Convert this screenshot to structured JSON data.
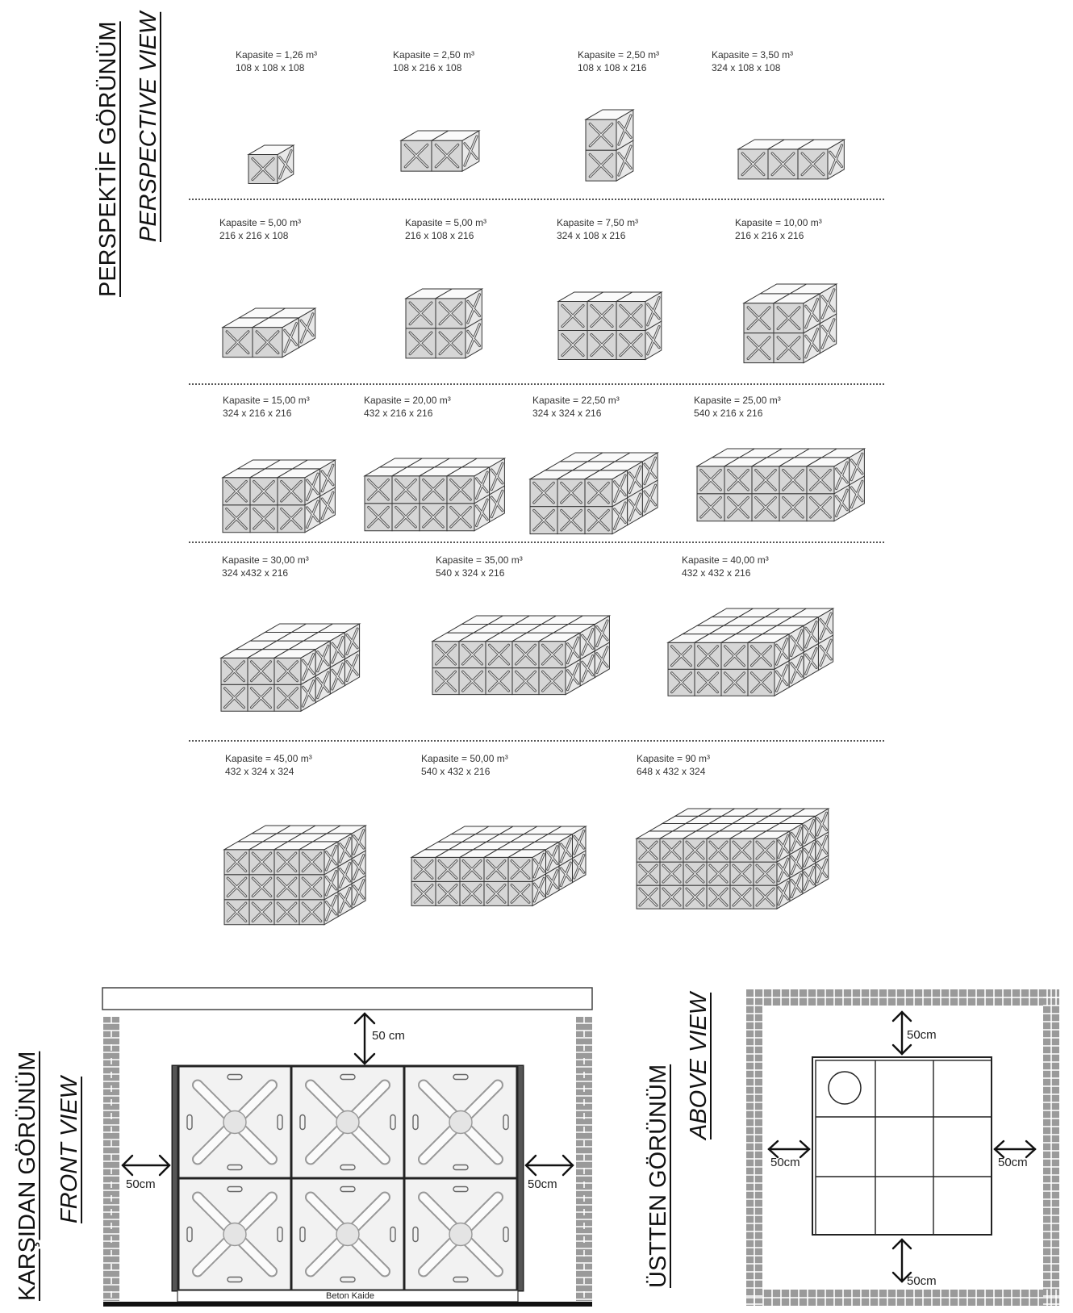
{
  "titles": {
    "perspective_tr": "PERSPEKTİF GÖRÜNÜM",
    "perspective_en": "PERSPECTIVE VIEW",
    "front_tr": "KARŞIDAN GÖRÜNÜM",
    "front_en": "FRONT VIEW",
    "above_tr": "ÜSTTEN GÖRÜNÜM",
    "above_en": "ABOVE VIEW"
  },
  "tanks": [
    {
      "capacity": "Kapasite = 1,26 m³",
      "dims": "108 x 108 x 108",
      "nx": 1,
      "ny": 1,
      "nz": 1
    },
    {
      "capacity": "Kapasite = 2,50 m³",
      "dims": "108 x 216 x 108",
      "nx": 2,
      "ny": 1,
      "nz": 1
    },
    {
      "capacity": "Kapasite = 2,50 m³",
      "dims": "108 x 108 x 216",
      "nx": 1,
      "ny": 1,
      "nz": 2
    },
    {
      "capacity": "Kapasite = 3,50 m³",
      "dims": "324 x 108 x 108",
      "nx": 3,
      "ny": 1,
      "nz": 1
    },
    {
      "capacity": "Kapasite = 5,00 m³",
      "dims": "216 x 216 x 108",
      "nx": 2,
      "ny": 2,
      "nz": 1
    },
    {
      "capacity": "Kapasite = 5,00 m³",
      "dims": "216 x 108 x 216",
      "nx": 2,
      "ny": 1,
      "nz": 2
    },
    {
      "capacity": "Kapasite = 7,50 m³",
      "dims": "324 x 108 x 216",
      "nx": 3,
      "ny": 1,
      "nz": 2
    },
    {
      "capacity": "Kapasite = 10,00 m³",
      "dims": "216 x 216 x 216",
      "nx": 2,
      "ny": 2,
      "nz": 2
    },
    {
      "capacity": "Kapasite = 15,00 m³",
      "dims": "324 x 216 x 216",
      "nx": 3,
      "ny": 2,
      "nz": 2
    },
    {
      "capacity": "Kapasite = 20,00 m³",
      "dims": "432 x 216 x 216",
      "nx": 4,
      "ny": 2,
      "nz": 2
    },
    {
      "capacity": "Kapasite = 22,50 m³",
      "dims": "324 x 324 x 216",
      "nx": 3,
      "ny": 3,
      "nz": 2
    },
    {
      "capacity": "Kapasite = 25,00 m³",
      "dims": "540 x 216 x 216",
      "nx": 5,
      "ny": 2,
      "nz": 2
    },
    {
      "capacity": "Kapasite = 30,00 m³",
      "dims": "324 x432 x 216",
      "nx": 3,
      "ny": 4,
      "nz": 2
    },
    {
      "capacity": "Kapasite = 35,00 m³",
      "dims": "540 x 324 x 216",
      "nx": 5,
      "ny": 3,
      "nz": 2
    },
    {
      "capacity": "Kapasite = 40,00 m³",
      "dims": "432 x 432 x 216",
      "nx": 4,
      "ny": 4,
      "nz": 2
    },
    {
      "capacity": "Kapasite = 45,00 m³",
      "dims": "432 x 324 x 324",
      "nx": 4,
      "ny": 3,
      "nz": 3
    },
    {
      "capacity": "Kapasite = 50,00 m³",
      "dims": "540 x 432 x 216",
      "nx": 5,
      "ny": 4,
      "nz": 2
    },
    {
      "capacity": "Kapasite = 90 m³",
      "dims": "648 x 432 x 324",
      "nx": 6,
      "ny": 4,
      "nz": 3
    }
  ],
  "front_view": {
    "top_gap": "50 cm",
    "left_gap": "50cm",
    "right_gap": "50cm",
    "base_label": "Beton Kaide"
  },
  "above_view": {
    "top_gap": "50cm",
    "left_gap": "50cm",
    "right_gap": "50cm",
    "bottom_gap": "50cm"
  }
}
